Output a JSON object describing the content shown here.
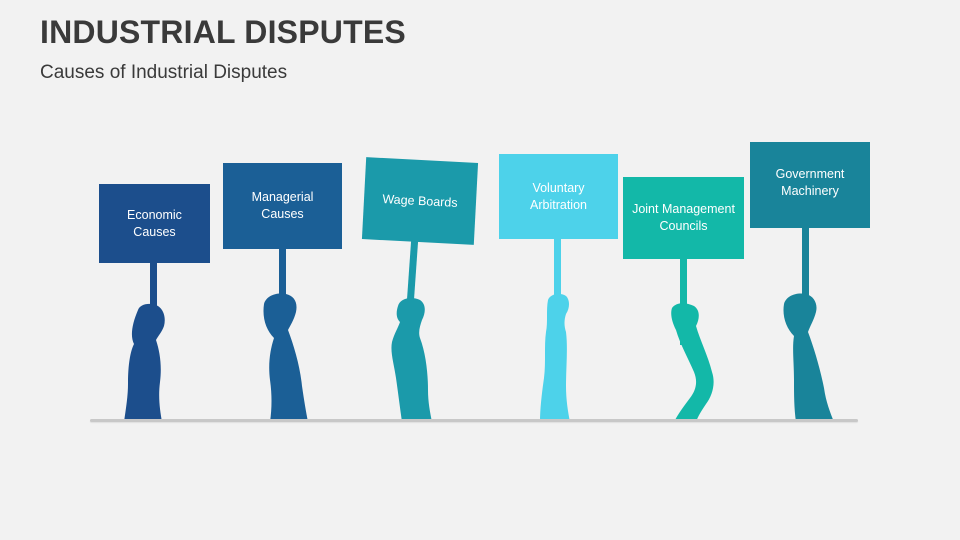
{
  "header": {
    "title": "INDUSTRIAL DISPUTES",
    "subtitle": "Causes of Industrial Disputes"
  },
  "placards": [
    {
      "label": "Economic Causes",
      "color": "#1c4e8c"
    },
    {
      "label": "Managerial Causes",
      "color": "#1b5f96"
    },
    {
      "label": "Wage Boards",
      "color": "#1b9aaa"
    },
    {
      "label": "Voluntary Arbitration",
      "color": "#4dd2ea"
    },
    {
      "label": "Joint Management Councils",
      "color": "#13b8a8"
    },
    {
      "label": "Government Machinery",
      "color": "#19849a"
    }
  ]
}
